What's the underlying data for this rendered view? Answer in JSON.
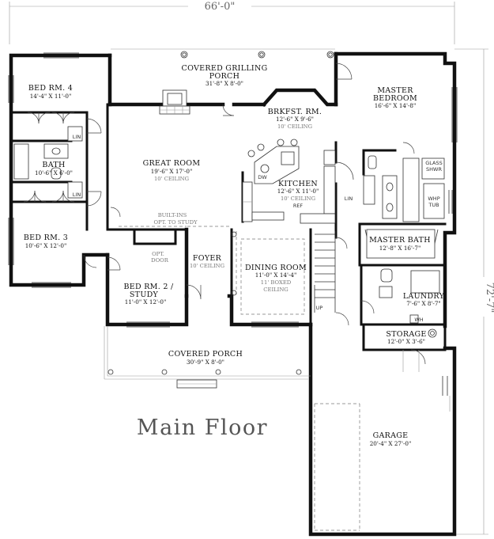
{
  "title": "Main Floor",
  "overall": {
    "width": "66'-0\"",
    "depth": "72'-7\""
  },
  "rooms": {
    "covered_grilling_porch": {
      "name_1": "COVERED GRILLING",
      "name_2": "PORCH",
      "dims": "31'-8\" X 8'-0\""
    },
    "bed4": {
      "name": "BED RM. 4",
      "dims": "14'-4\" X 11'-0\""
    },
    "bath": {
      "name": "BATH",
      "dims": "10'-6\" X 6'-0\""
    },
    "bed3": {
      "name": "BED RM. 3",
      "dims": "10'-6\" X 12'-0\""
    },
    "great_room": {
      "name": "GREAT ROOM",
      "dims": "19'-6\" X 17'-0\"",
      "ceiling": "10' CEILING"
    },
    "brkfst": {
      "name": "BRKFST. RM.",
      "dims": "12'-6\" X 9'-6\"",
      "ceiling": "10' CEILING"
    },
    "kitchen": {
      "name": "KITCHEN",
      "dims": "12'-6\" X 11'-0\"",
      "ceiling": "10' CEILING"
    },
    "master_bedroom": {
      "name_1": "MASTER",
      "name_2": "BEDROOM",
      "dims": "16'-6\" X 14'-8\""
    },
    "master_bath": {
      "name": "MASTER BATH",
      "dims": "12'-8\" X 16'-7\""
    },
    "laundry": {
      "name": "LAUNDRY",
      "dims": "7'-6\" X 8'-7\""
    },
    "storage": {
      "name": "STORAGE",
      "dims": "12'-0\" X 3'-6\""
    },
    "foyer": {
      "name": "FOYER",
      "ceiling": "10' CEILING"
    },
    "dining": {
      "name": "DINING ROOM",
      "dims": "11'-0\" X 14'-4\"",
      "ceiling_1": "11' BOXED",
      "ceiling_2": "CEILING"
    },
    "bed2": {
      "name_1": "BED RM. 2 /",
      "name_2": "STUDY",
      "dims": "11'-0\" X 12'-0\""
    },
    "covered_porch": {
      "name": "COVERED PORCH",
      "dims": "30'-9\" X 8'-0\""
    },
    "garage": {
      "name": "GARAGE",
      "dims": "20'-4\" X 27'-0\""
    }
  },
  "notes": {
    "builtins_1": "BUILT-INS",
    "builtins_2": "OPT. TO STUDY",
    "opt_door_1": "OPT.",
    "opt_door_2": "DOOR",
    "lin": "LIN",
    "glass_shwr_1": "GLASS",
    "glass_shwr_2": "SHWR",
    "whp_tub_1": "WHP",
    "whp_tub_2": "TUB",
    "ref": "REF",
    "dw": "DW",
    "up": "UP",
    "wh": "WH"
  }
}
